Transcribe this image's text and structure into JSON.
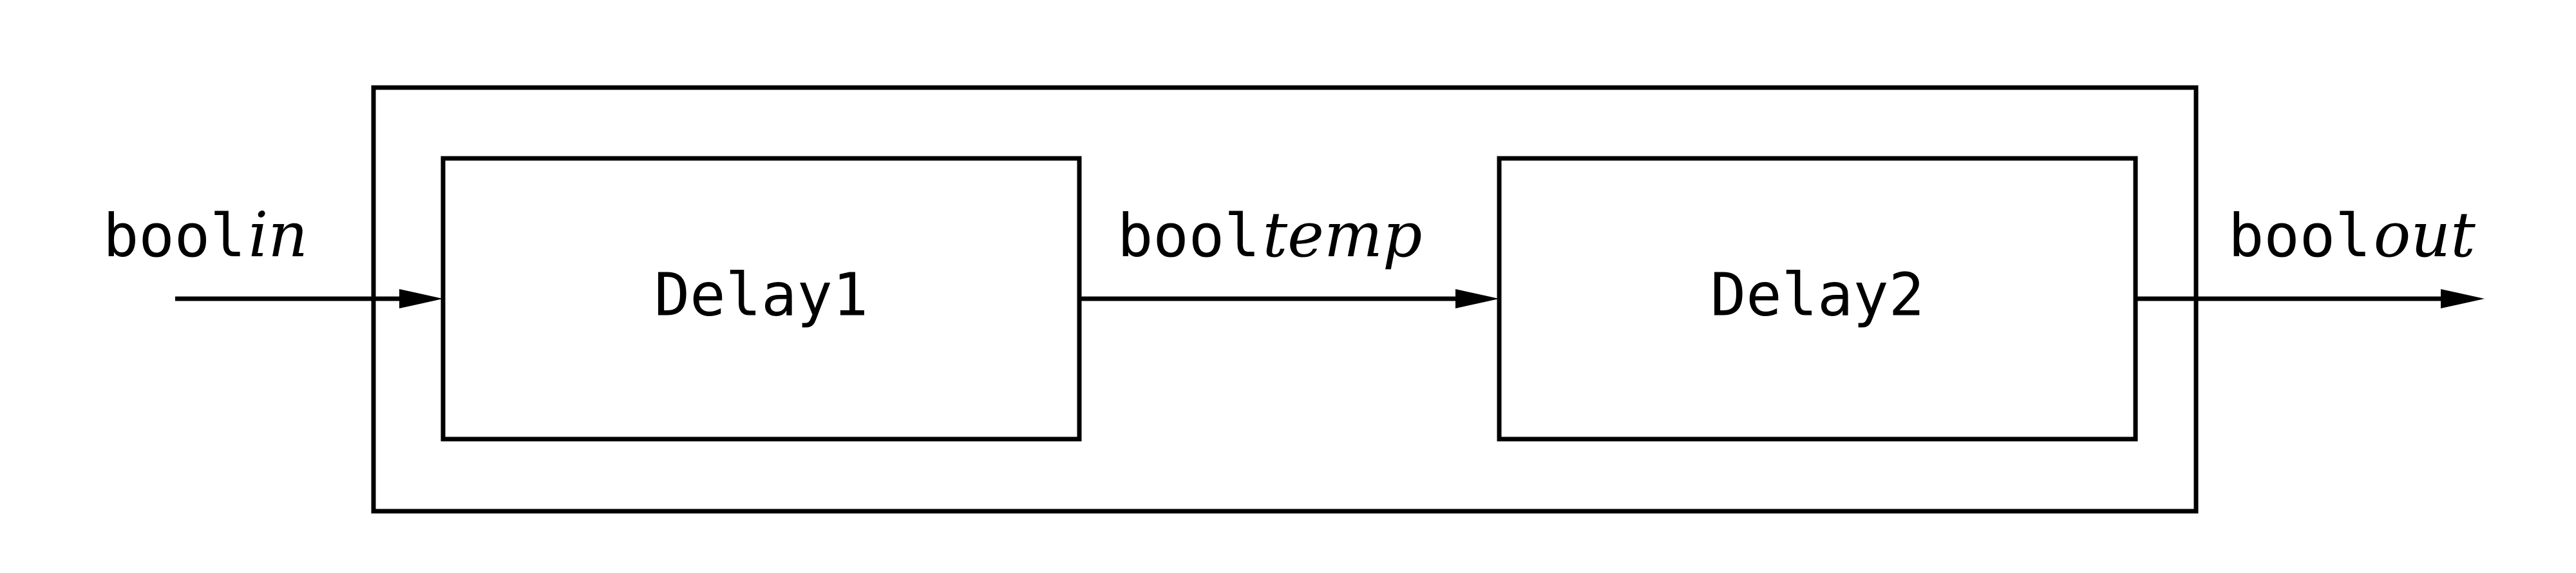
{
  "signals": {
    "input": {
      "type": "bool",
      "name": "in"
    },
    "internal": {
      "type": "bool",
      "name": "temp"
    },
    "output": {
      "type": "bool",
      "name": "out"
    }
  },
  "blocks": {
    "first": {
      "label": "Delay1"
    },
    "second": {
      "label": "Delay2"
    }
  },
  "colors": {
    "stroke": "#000000",
    "background": "#ffffff"
  }
}
